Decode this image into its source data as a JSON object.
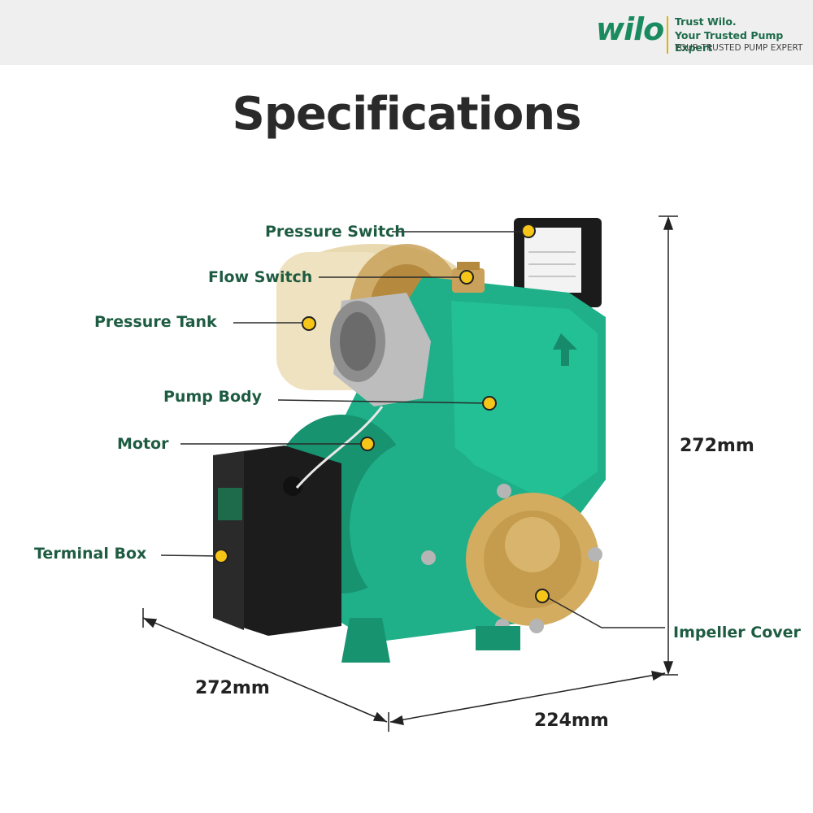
{
  "brand": {
    "logo_text": "wilo",
    "tagline_line1": "Trust Wilo.",
    "tagline_line2": "Your Trusted Pump Expert",
    "tagline_line3": "YOUR TRUSTED PUMP EXPERT"
  },
  "title": "Specifications",
  "parts": {
    "pressure_switch": "Pressure Switch",
    "flow_switch": "Flow Switch",
    "pressure_tank": "Pressure Tank",
    "pump_body": "Pump Body",
    "motor": "Motor",
    "terminal_box": "Terminal Box",
    "impeller_cover": "Impeller Cover"
  },
  "dimensions": {
    "height": "272mm",
    "depth": "272mm",
    "width": "224mm"
  },
  "colors": {
    "pump_green": "#1fb08a",
    "marker_yellow": "#f5c518",
    "brass": "#c9a15a",
    "label_green": "#1e5c42"
  }
}
